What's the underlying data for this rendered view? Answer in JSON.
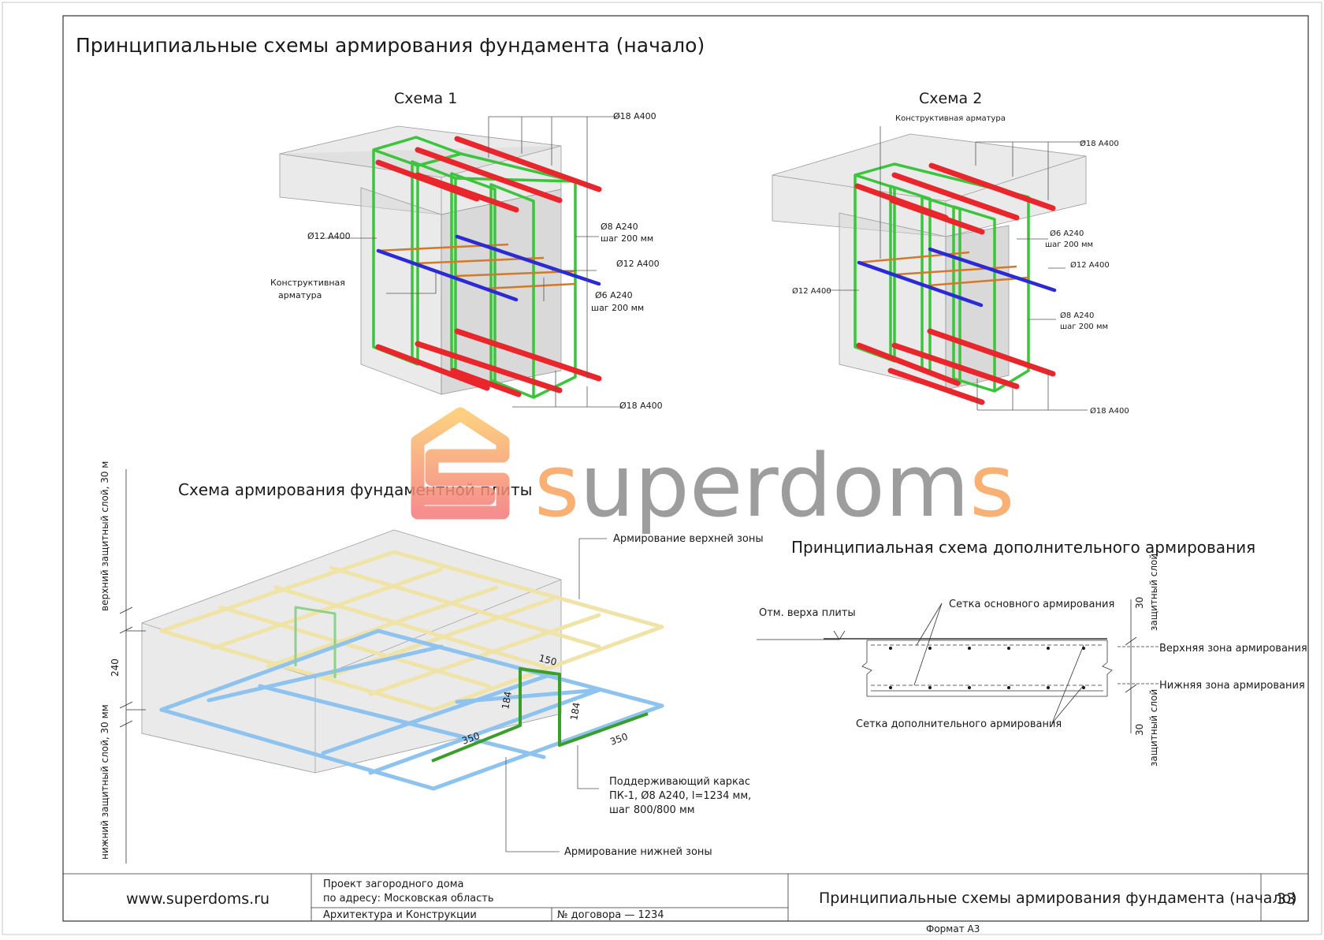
{
  "page": {
    "title": "Принципиальные схемы армирования фундамента (начало)",
    "format_label": "Формат А3"
  },
  "scheme1": {
    "title": "Схема 1",
    "labels": {
      "top_bars": "Ø18 A400",
      "stirrups_dia": "Ø8 A240",
      "stirrups_step": "шаг 200 мм",
      "side_bar_left": "Ø12 A400",
      "side_bar_right": "Ø12 A400",
      "constructive_line1": "Конструктивная",
      "constructive_line2": "арматура",
      "ties_dia": "Ø6 A240",
      "ties_step": "шаг 200 мм",
      "bottom_bars": "Ø18 A400"
    }
  },
  "scheme2": {
    "title": "Схема 2",
    "labels": {
      "constructive": "Конструктивная арматура",
      "top_bars": "Ø18 A400",
      "ties_dia": "Ø6 A240",
      "ties_step": "шаг 200 мм",
      "side_bar_right": "Ø12 A400",
      "side_bar_left": "Ø12 A400",
      "stirrups_dia": "Ø8 A240",
      "stirrups_step": "шаг 200 мм",
      "bottom_bars": "Ø18 A400"
    }
  },
  "slab": {
    "title": "Схема армирования фундаментной плиты",
    "top_zone": "Армирование верхней зоны",
    "bottom_zone": "Армирование нижней зоны",
    "frame_line1": "Поддерживающий каркас",
    "frame_line2": "ПК-1, Ø8 А240, l=1234 мм,",
    "frame_line3": "шаг 800/800 мм",
    "dim_150": "150",
    "dim_184a": "184",
    "dim_184b": "184",
    "dim_350a": "350",
    "dim_350b": "350",
    "dim_240": "240",
    "top_cover": "верхний защитный слой, 30 м",
    "bottom_cover": "нижний защитный слой, 30 мм"
  },
  "additional": {
    "title": "Принципиальная схема дополнительного армирования",
    "slab_top_mark": "Отм. верха плиты",
    "main_mesh": "Сетка основного армирования",
    "add_mesh": "Сетка дополнительного армирования",
    "top_zone": "Верхняя зона армирования",
    "bottom_zone": "Нижняя зона армирования",
    "cover_value_top": "30",
    "cover_label_top": "защитный слой",
    "cover_value_bottom": "30",
    "cover_label_bottom": "защитный слой"
  },
  "watermark": {
    "brand": "superdoms"
  },
  "title_block": {
    "website": "www.superdoms.ru",
    "project_line1": "Проект загородного дома",
    "project_line2": "по адресу: Московская область",
    "section": "Архитектура и Конструкции",
    "contract": "№ договора — 1234",
    "sheet_title": "Принципиальные схемы армирования фундамента (начало)",
    "sheet_number": "33"
  },
  "colors": {
    "rebar_red": "#e8262b",
    "rebar_green": "#3cc43c",
    "rebar_blue": "#2b2bd6",
    "rebar_orange": "#d07a2a",
    "mesh_yellow": "#efe3a8",
    "mesh_blue": "#8fc3ef",
    "frame_green": "#3a9e2a",
    "brand_orange": "#f7a35c",
    "brand_gray": "#8c8c8c"
  }
}
